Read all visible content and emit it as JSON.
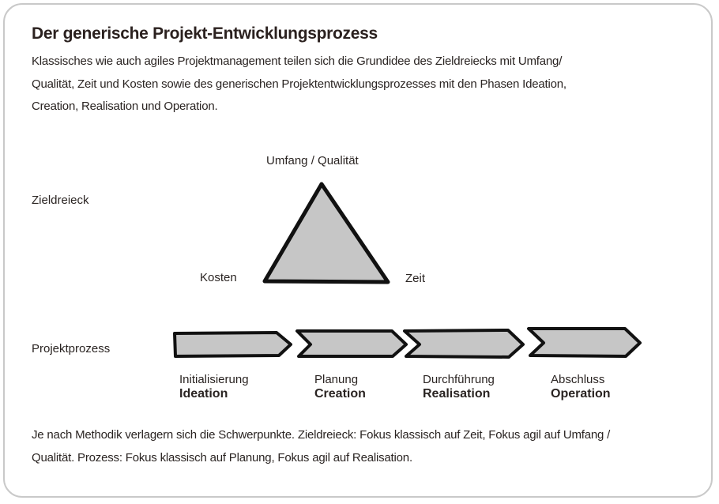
{
  "title": "Der generische Projekt-Entwicklungsprozess",
  "intro": [
    "Klassisches wie auch agiles Projektmanagement teilen sich die Grundidee des Zieldreiecks mit Umfang/",
    "Qualität, Zeit und Kosten sowie des generischen Projektentwicklungsprozesses mit den Phasen Ideation,",
    "Creation, Realisation und Operation."
  ],
  "triangle": {
    "row_label": "Zieldreieck",
    "top": "Umfang / Qualität",
    "left": "Kosten",
    "right": "Zeit"
  },
  "process": {
    "row_label": "Projektprozess",
    "phases": [
      {
        "classic": "Initialisierung",
        "agile": "Ideation"
      },
      {
        "classic": "Planung",
        "agile": "Creation"
      },
      {
        "classic": "Durchführung",
        "agile": "Realisation"
      },
      {
        "classic": "Abschluss",
        "agile": "Operation"
      }
    ]
  },
  "outro": [
    "Je nach Methodik verlagern sich die Schwerpunkte. Zieldreieck: Fokus klassisch auf Zeit, Fokus agil auf Umfang /",
    "Qualität. Prozess: Fokus klassisch auf Planung, Fokus agil auf Realisation."
  ],
  "colors": {
    "shape_fill": "#c6c6c6",
    "stroke": "#111111",
    "border": "#c9c9c9"
  }
}
